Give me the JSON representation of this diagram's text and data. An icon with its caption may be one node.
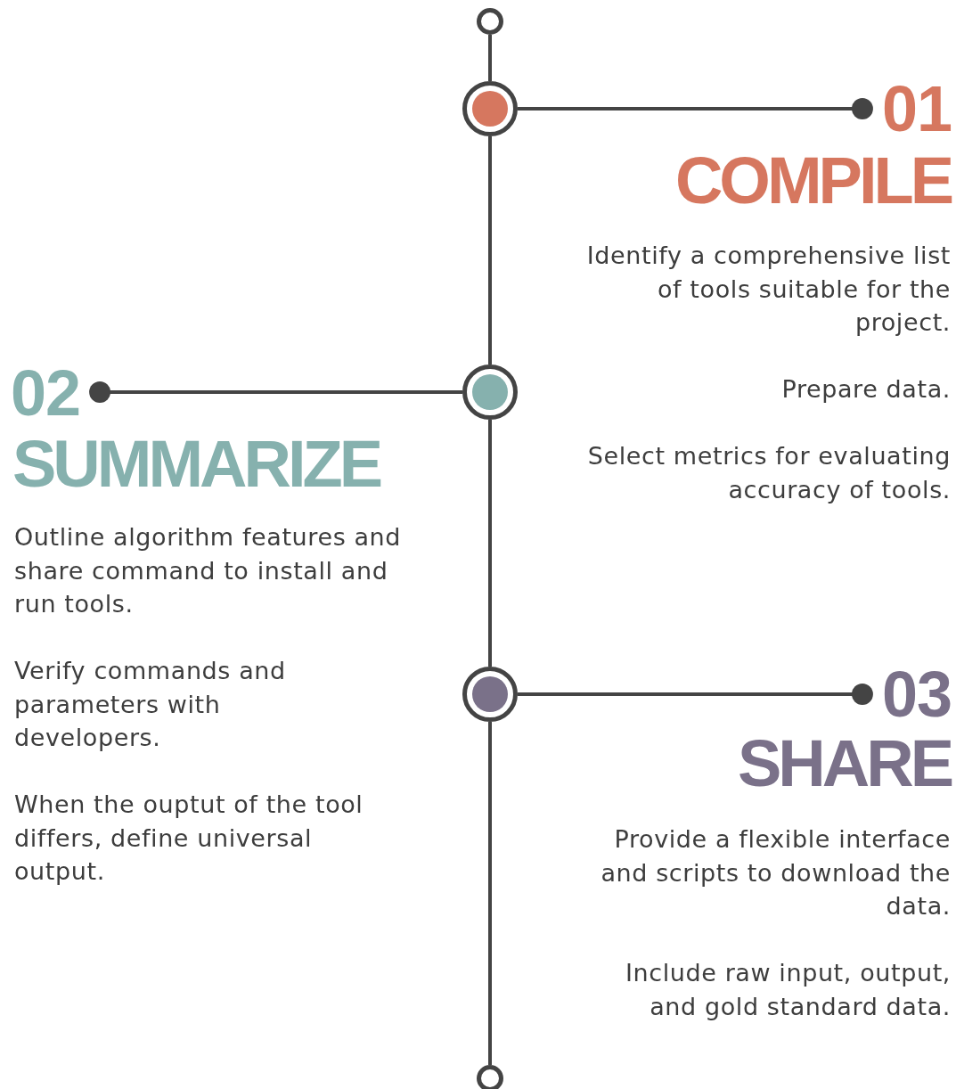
{
  "diagram": {
    "nodes": [
      {
        "text": [],
        "shape": "circle"
      },
      {
        "text": [],
        "shape": "circle"
      },
      {
        "text": [],
        "shape": "circle"
      },
      {
        "text": [],
        "shape": "circle"
      },
      {
        "text": [],
        "shape": "circle"
      },
      {
        "text": [
          "01"
        ]
      },
      {
        "text": [
          "02"
        ]
      },
      {
        "text": [
          "03"
        ]
      }
    ],
    "edges": [
      {
        "from": 0,
        "to": 1,
        "arrow": "none"
      },
      {
        "from": 1,
        "to": 5,
        "arrow": "other"
      },
      {
        "from": 1,
        "to": 2,
        "arrow": "none"
      },
      {
        "from": 2,
        "to": 6,
        "arrow": "other"
      },
      {
        "from": 2,
        "to": 3,
        "arrow": "none"
      },
      {
        "from": 3,
        "to": 7,
        "arrow": "other"
      },
      {
        "from": 3,
        "to": 4,
        "arrow": "none"
      }
    ],
    "labels": [
      "COMPILE",
      "Identify a comprehensive list of tools suitable for the project.",
      "Prepare data.",
      "Select metrics for evaluating accuracy of tools.",
      "SUMMARIZE",
      "Outline algorithm features and share command to install and run tools.",
      "Verify commands and parameters with developers.",
      "When the ouptut of the tool differs, define universal output.",
      "SHARE",
      "Provide a flexible interface and scripts to download the data.",
      "Include raw input, output, and gold standard data."
    ]
  }
}
